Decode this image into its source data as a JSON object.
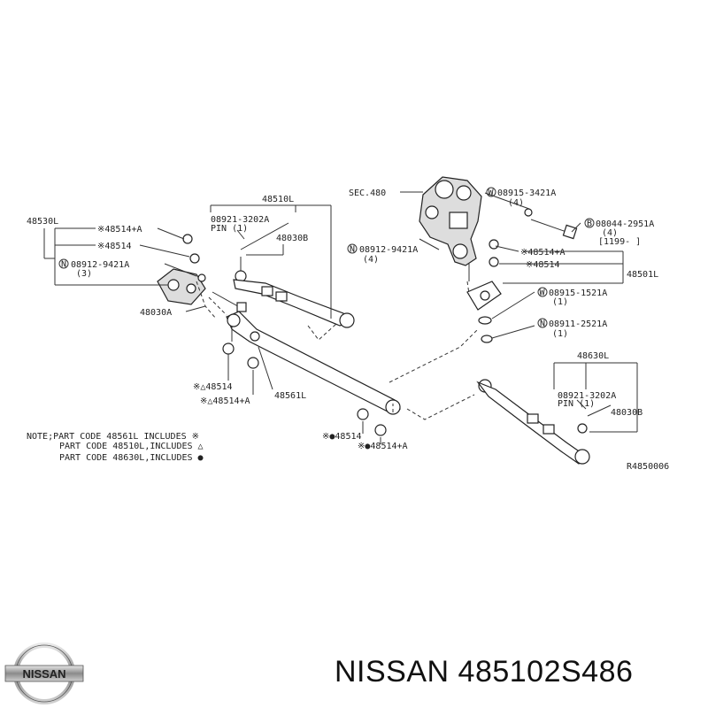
{
  "labels": {
    "sec480": "SEC.480",
    "p08915_3421a": "08915-3421A",
    "q4a": "(4)",
    "p08044_2951a": "08044-2951A",
    "q4b": "(4)",
    "range1199": "[1199-      ]",
    "p08912_9421a_r": "08912-9421A",
    "q4c": "(4)",
    "p48514a_r": "※48514+A",
    "p48514_r": "※48514",
    "p48501l": "48501L",
    "p08915_1521a": "08915-1521A",
    "q1a": "(1)",
    "p08911_2521a": "08911-2521A",
    "q1b": "(1)",
    "p48530l": "48530L",
    "p48514a_l": "※48514+A",
    "p48514_l": "※48514",
    "p08912_9421a_l": "08912-9421A",
    "q3": "(3)",
    "p48030a": "48030A",
    "p48510l": "48510L",
    "p08921_3202a_l": "08921-3202A",
    "pin1_l": "PIN (1)",
    "p48030b_l": "48030B",
    "p48514_tri": "※△48514",
    "p48514a_tri": "※△48514+A",
    "p48561l": "48561L",
    "p48514_dot": "※●48514",
    "p48514a_dot": "※●48514+A",
    "p48630l": "48630L",
    "p08921_3202a_r": "08921-3202A",
    "pin1_r": "PIN (1)",
    "p48030b_r": "48030B",
    "ref": "R4850006",
    "circ_n": "N",
    "circ_w": "W",
    "circ_b": "B"
  },
  "note": {
    "line1": "NOTE;PART CODE 48561L INCLUDES ※",
    "line2": "PART CODE 48510L,INCLUDES  △",
    "line3": "PART CODE 48630L,INCLUDES ●"
  },
  "footer": {
    "brand_logo": "NISSAN",
    "title": "NISSAN 485102S486"
  }
}
